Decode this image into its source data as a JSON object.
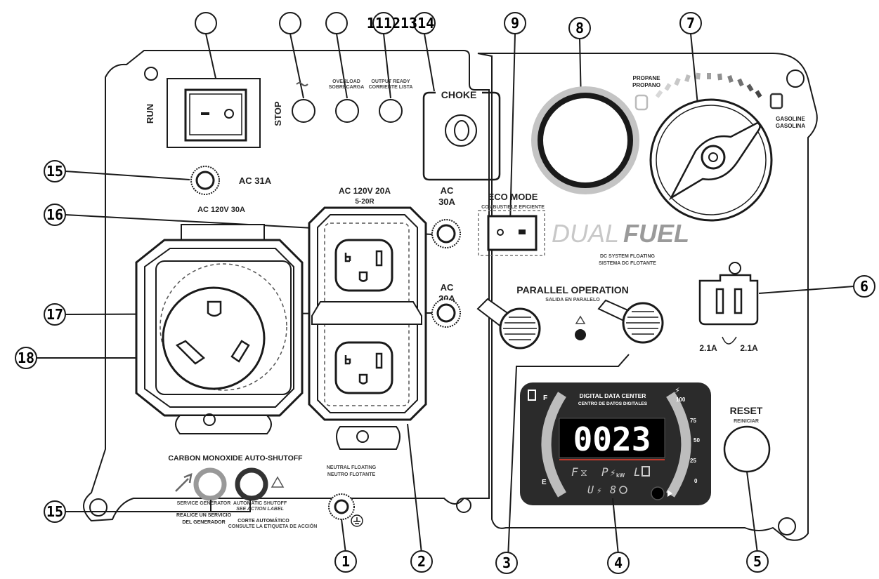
{
  "callouts": {
    "c1": "1",
    "c2": "2",
    "c3": "3",
    "c4": "4",
    "c5": "5",
    "c6": "6",
    "c7": "7",
    "c8": "8",
    "c9": "9",
    "c15a": "15",
    "c15b": "15",
    "c16": "16",
    "c17": "17",
    "c18": "18",
    "top_overlap": "11121314"
  },
  "switch": {
    "run": "RUN",
    "stop": "STOP"
  },
  "indicators": {
    "overload": "OVERLOAD",
    "overload_es": "SOBRECARGA",
    "output_ready": "OUTPUT READY",
    "output_ready_es": "CORRIENTE LISTA"
  },
  "choke": {
    "label": "CHOKE"
  },
  "breakers": {
    "ac31a": "AC 31A",
    "ac30a_line1": "AC",
    "ac30a_line2": "30A",
    "ac20a_line1": "AC",
    "ac20a_line2": "20A"
  },
  "outlets": {
    "twist_lock": "AC 120V 30A",
    "duplex": "AC 120V 20A",
    "duplex_type": "5-20R",
    "neutral": "NEUTRAL FLOATING",
    "neutral_es": "NEUTRO FLOTANTE"
  },
  "eco": {
    "title": "ECO MODE",
    "sub": "COMBUSTIBLE EFICIENTE"
  },
  "brand": {
    "dual": "DUAL",
    "fuel": "FUEL",
    "dc_float": "DC SYSTEM FLOATING",
    "dc_float_es": "SISTEMA DC FLOTANTE"
  },
  "fuel_selector": {
    "propane": "PROPANE",
    "propane_es": "PROPANO",
    "gasoline": "GASOLINE",
    "gasoline_es": "GASOLINA"
  },
  "usb": {
    "left": "2.1A",
    "right": "2.1A"
  },
  "parallel": {
    "title": "PARALLEL OPERATION",
    "sub": "SALIDA EN PARALELO"
  },
  "co": {
    "title": "CARBON MONOXIDE  AUTO-SHUTOFF",
    "service": "SERVICE GENERATOR",
    "service_es1": "REALICE UN SERVICIO",
    "service_es2": "DEL GENERADOR",
    "auto": "AUTOMATIC SHUTOFF",
    "auto_sub": "SEE ACTION LABEL",
    "auto_es1": "CORTE AUTOMÁTICO",
    "auto_es2": "CONSULTE LA ETIQUETA DE ACCIÓN"
  },
  "ddc": {
    "title": "DIGITAL DATA CENTER",
    "title_es": "CENTRO DE DATOS DIGITALES",
    "readout": "0023",
    "fuel_f": "F",
    "fuel_e": "E",
    "scale_100": "100",
    "scale_75": "75",
    "scale_50": "50",
    "scale_25": "25",
    "scale_0": "0",
    "mode_fuel": "F",
    "mode_power": "P",
    "mode_power_unit": "kW",
    "mode_life": "L",
    "mode_volt": "U",
    "mode_hours": "8"
  },
  "reset": {
    "label": "RESET",
    "sub": "REINICIAR"
  },
  "colors": {
    "panel_stroke": "#1a1a1a",
    "display_bg": "#2b2b2b",
    "readout_bg": "#000000",
    "readout_fg": "#ffffff",
    "gauge": "#bdbdbd"
  }
}
